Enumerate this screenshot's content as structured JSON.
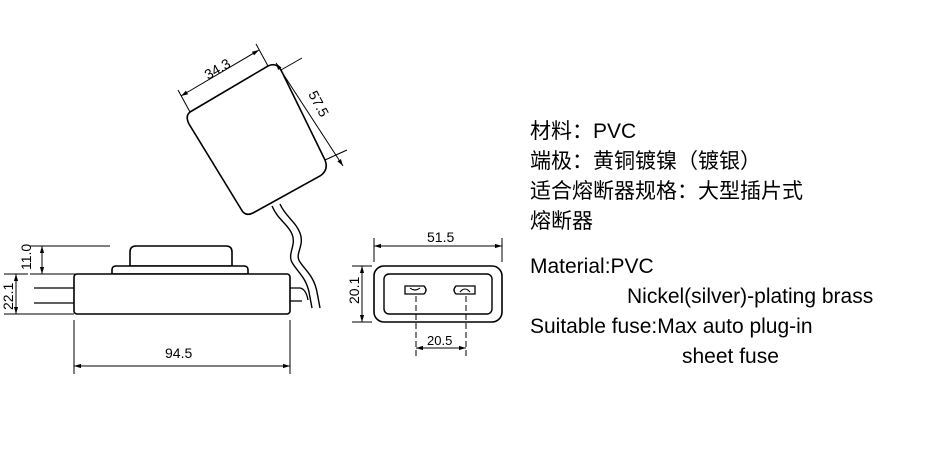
{
  "dimensions": {
    "fuse_box_width": "34.3",
    "fuse_box_length": "57.5",
    "top_height": "11.0",
    "body_height": "22.1",
    "body_length": "94.5",
    "end_width": "51.5",
    "end_height": "20.1",
    "terminal_pitch": "20.5"
  },
  "specs_cn": {
    "material": "材料：PVC",
    "terminal": "端极：黄铜镀镍（镀银）",
    "fuse_line1": "适合熔断器规格：大型插片式",
    "fuse_line2": "熔断器"
  },
  "specs_en": {
    "material": "Material:PVC",
    "terminal": "Nickel(silver)-plating brass",
    "fuse_line1": "Suitable fuse:Max auto plug-in",
    "fuse_line2": "sheet fuse"
  }
}
